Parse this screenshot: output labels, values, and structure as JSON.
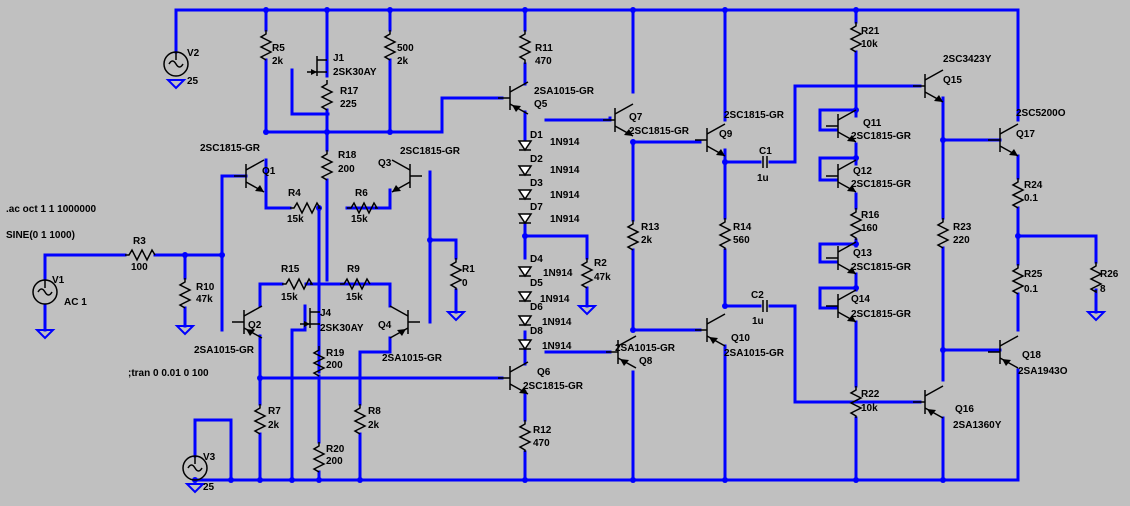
{
  "parts": [
    {
      "id": "V2",
      "text": [
        "V2",
        "25"
      ]
    },
    {
      "id": "V3",
      "text": [
        "V3",
        "25"
      ]
    },
    {
      "id": "V1",
      "text": [
        "V1",
        "AC 1"
      ]
    },
    {
      "id": "R3",
      "text": [
        "R3",
        "100"
      ]
    },
    {
      "id": "R10",
      "text": [
        "R10",
        "47k"
      ]
    },
    {
      "id": "R5",
      "text": [
        "R5",
        "2k"
      ]
    },
    {
      "id": "J1",
      "text": [
        "J1",
        "2SK30AY"
      ]
    },
    {
      "id": "R17",
      "text": [
        "R17",
        "225"
      ]
    },
    {
      "id": "R500",
      "text": [
        "500",
        "2k"
      ]
    },
    {
      "id": "Q1",
      "text": [
        "2SC1815-GR",
        "Q1"
      ]
    },
    {
      "id": "R18",
      "text": [
        "R18",
        "200"
      ]
    },
    {
      "id": "Q3",
      "text": [
        "2SC1815-GR",
        "Q3"
      ]
    },
    {
      "id": "R4",
      "text": [
        "R4",
        "15k"
      ]
    },
    {
      "id": "R6",
      "text": [
        "R6",
        "15k"
      ]
    },
    {
      "id": "R1",
      "text": [
        "R1",
        "0"
      ]
    },
    {
      "id": "R15",
      "text": [
        "R15",
        "15k"
      ]
    },
    {
      "id": "R9",
      "text": [
        "R9",
        "15k"
      ]
    },
    {
      "id": "Q2",
      "text": [
        "Q2",
        "2SA1015-GR"
      ]
    },
    {
      "id": "J4",
      "text": [
        "J4",
        "2SK30AY"
      ]
    },
    {
      "id": "Q4",
      "text": [
        "Q4",
        "2SA1015-GR"
      ]
    },
    {
      "id": "R19",
      "text": [
        "R19",
        "200"
      ]
    },
    {
      "id": "R7",
      "text": [
        "R7",
        "2k"
      ]
    },
    {
      "id": "R8",
      "text": [
        "R8",
        "2k"
      ]
    },
    {
      "id": "R20",
      "text": [
        "R20",
        "200"
      ]
    },
    {
      "id": "R11",
      "text": [
        "R11",
        "470"
      ]
    },
    {
      "id": "Q5",
      "text": [
        "2SA1015-GR",
        "Q5"
      ]
    },
    {
      "id": "D1",
      "text": [
        "D1",
        "1N914"
      ]
    },
    {
      "id": "D2",
      "text": [
        "D2",
        "1N914"
      ]
    },
    {
      "id": "D3",
      "text": [
        "D3",
        "1N914"
      ]
    },
    {
      "id": "D7",
      "text": [
        "D7",
        "1N914"
      ]
    },
    {
      "id": "R2",
      "text": [
        "R2",
        "47k"
      ]
    },
    {
      "id": "D4",
      "text": [
        "D4",
        "1N914"
      ]
    },
    {
      "id": "D5",
      "text": [
        "D5",
        "1N914"
      ]
    },
    {
      "id": "D6",
      "text": [
        "D6",
        "1N914"
      ]
    },
    {
      "id": "D8",
      "text": [
        "D8",
        "1N914"
      ]
    },
    {
      "id": "Q6",
      "text": [
        "Q6",
        "2SC1815-GR"
      ]
    },
    {
      "id": "R12",
      "text": [
        "R12",
        "470"
      ]
    },
    {
      "id": "Q7",
      "text": [
        "Q7",
        "2SC1815-GR"
      ]
    },
    {
      "id": "R13",
      "text": [
        "R13",
        "2k"
      ]
    },
    {
      "id": "Q8",
      "text": [
        "2SA1015-GR",
        "Q8"
      ]
    },
    {
      "id": "Q9",
      "text": [
        "2SC1815-GR",
        "Q9"
      ]
    },
    {
      "id": "R14",
      "text": [
        "R14",
        "560"
      ]
    },
    {
      "id": "Q10",
      "text": [
        "Q10",
        "2SA1015-GR"
      ]
    },
    {
      "id": "C1",
      "text": [
        "C1",
        "1u"
      ]
    },
    {
      "id": "C2",
      "text": [
        "C2",
        "1u"
      ]
    },
    {
      "id": "R21",
      "text": [
        "R21",
        "10k"
      ]
    },
    {
      "id": "Q11",
      "text": [
        "Q11",
        "2SC1815-GR"
      ]
    },
    {
      "id": "Q12",
      "text": [
        "Q12",
        "2SC1815-GR"
      ]
    },
    {
      "id": "R16",
      "text": [
        "R16",
        "160"
      ]
    },
    {
      "id": "Q13",
      "text": [
        "Q13",
        "2SC1815-GR"
      ]
    },
    {
      "id": "Q14",
      "text": [
        "Q14",
        "2SC1815-GR"
      ]
    },
    {
      "id": "R22",
      "text": [
        "R22",
        "10k"
      ]
    },
    {
      "id": "Q15",
      "text": [
        "2SC3423Y",
        "Q15"
      ]
    },
    {
      "id": "R23",
      "text": [
        "R23",
        "220"
      ]
    },
    {
      "id": "Q16",
      "text": [
        "Q16",
        "2SA1360Y"
      ]
    },
    {
      "id": "Q17",
      "text": [
        "2SC5200O",
        "Q17"
      ]
    },
    {
      "id": "R24",
      "text": [
        "R24",
        "0.1"
      ]
    },
    {
      "id": "R25",
      "text": [
        "R25",
        "0.1"
      ]
    },
    {
      "id": "R26",
      "text": [
        "R26",
        "8"
      ]
    },
    {
      "id": "Q18",
      "text": [
        "Q18",
        "2SA1943O"
      ]
    }
  ],
  "directives": {
    "ac": ".ac oct 1 1 1000000",
    "sine": "SINE(0 1 1000)",
    "tran": ";tran 0 0.01 0 100"
  },
  "colors": {
    "background": "#c0c0c0",
    "wire": "#0000ff",
    "symbol": "#000000",
    "text": "#000000"
  }
}
